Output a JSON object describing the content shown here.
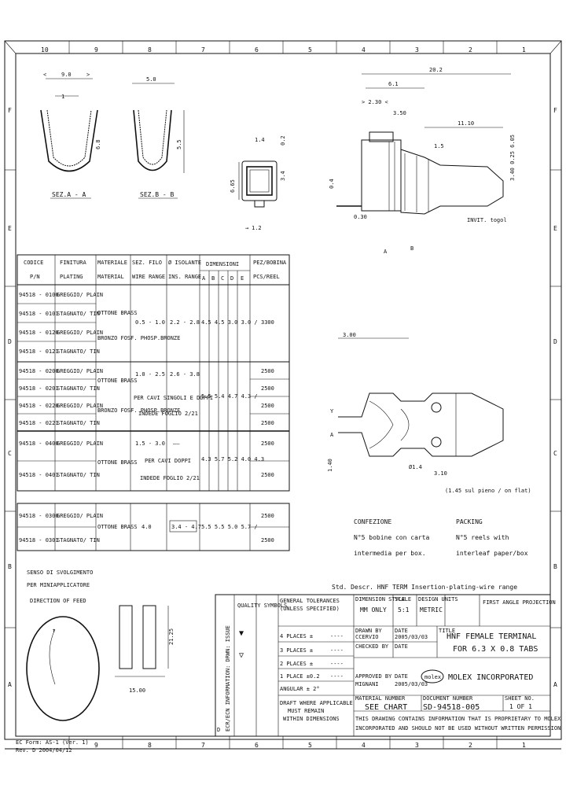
{
  "border": {
    "columns": [
      "10",
      "9",
      "8",
      "7",
      "6",
      "5",
      "4",
      "3",
      "2",
      "1"
    ],
    "rows": [
      "F",
      "E",
      "D",
      "C",
      "B",
      "A"
    ]
  },
  "sections": {
    "a": "SEZ.A - A",
    "b": "SEZ.B - B",
    "view_label": "INVIT. togol"
  },
  "dims": {
    "d1": "0.4",
    "d2": "0.30",
    "d3": "20.2",
    "d4": "6.1",
    "d5": "> 2.30 <",
    "d6": "3.50",
    "d7": "11.10",
    "d8": "1.5",
    "d9": "3.00",
    "d10": "3.10",
    "d11": "1.40",
    "d12": "1.2",
    "d13": "A",
    "d14": "B",
    "d15": "21.25",
    "d16": "15.00"
  },
  "table": {
    "headers": [
      "CODICE P/N",
      "FINITURA PLATING",
      "MATERIALE MATERIAL",
      "SEZ. FILO WIRE RANGE",
      "Ø ISOLANTE INS. RANGE",
      "A",
      "B",
      "C",
      "D",
      "E",
      "PEZ/BOBINA PCS/REEL"
    ],
    "dim_header": "DIMENSIONI",
    "rows": [
      {
        "pn": "94518 - 0100",
        "plating": "GREGGIO/ PLAIN"
      },
      {
        "pn": "94518 - 0101",
        "plating": "STAGNATO/ TIN"
      },
      {
        "pn": "94518 - 0120",
        "plating": "GREGGIO/ PLAIN"
      },
      {
        "pn": "94518 - 0121",
        "plating": "STAGNATO/ TIN"
      },
      {
        "pn": "94518 - 0200",
        "plating": "GREGGIO/ PLAIN"
      },
      {
        "pn": "94518 - 0201",
        "plating": "STAGNATO/ TIN"
      },
      {
        "pn": "94518 - 0220",
        "plating": "GREGGIO/ PLAIN"
      },
      {
        "pn": "94518 - 0221",
        "plating": "STAGNATO/ TIN"
      },
      {
        "pn": "94518 - 0400",
        "plating": "GREGGIO/ PLAIN"
      },
      {
        "pn": "94518 - 0401",
        "plating": "STAGNATO/ TIN"
      }
    ],
    "group1": {
      "mat1": "OTTONE BRASS",
      "mat2": "BRONZO FOSF. PHOSP.BRONZE",
      "wire": "0.5 - 1.0",
      "ins": "2.2 - 2.8",
      "dims": "4.5 4.5 3.0 3.0 /",
      "reel": "3300"
    },
    "group2": {
      "mat1": "OTTONE BRASS",
      "mat2": "BRONZO FOSF. PHOSP.BRONZE",
      "wire": "1.0 - 2.5",
      "ins": "2.6 - 3.8",
      "note1": "PER CAVI SINGOLI E DOPPI",
      "note2": "INDEDE FOGLIO 2/21",
      "dims": "5.5 5.4 4.7 4.3 /",
      "reel": "2500"
    },
    "group3": {
      "mat": "OTTONE BRASS",
      "wire": "1.5 - 3.0",
      "ins": "——",
      "note1": "PER CAVI DOPPI",
      "note2": "INDEDE FOGLIO 2/21",
      "dims": "4.3 5.7 5.2 4.0 4.3",
      "reel": "2500"
    },
    "group4": {
      "rows": [
        {
          "pn": "94518 - 0300",
          "plating": "GREGGIO/ PLAIN"
        },
        {
          "pn": "94518 - 0301",
          "plating": "STAGNATO/ TIN"
        }
      ],
      "mat": "OTTONE BRASS",
      "wire": "4.0",
      "ins": "3.4 - 4.7",
      "dims": "5.5 5.5 5.0 5.7 /",
      "reel": "2500"
    }
  },
  "packaging": {
    "it_title": "CONFEZIONE",
    "it_l1": "N°5 bobine con carta",
    "it_l2": "intermedia per box.",
    "en_title": "PACKING",
    "en_l1": "N°5 reels with",
    "en_l2": "interleaf paper/box"
  },
  "unwind": {
    "it": "SENSO DI SVOLGIMENTO",
    "it2": "PER MINIAPPLICATORE",
    "en": "DIRECTION OF FEED"
  },
  "title_block": {
    "std_desc": "Std. Descr. HNF TERM Insertion-plating-wire range",
    "general_tol": "GENERAL TOLERANCES",
    "unless": "(UNLESS SPECIFIED)",
    "quality": "QUALITY SYMBOLS",
    "dim_style": "DIMENSION STYLE",
    "mm_only": "MM ONLY",
    "scale_lbl": "SCALE",
    "scale": "5:1",
    "design_units_lbl": "DESIGN UNITS",
    "design_units": "METRIC",
    "angle_note": "FIRST ANGLE PROJECTION",
    "tol1": "4 PLACES ±",
    "tol2": "3 PLACES ±",
    "tol3": "2 PLACES ±",
    "tol4": "1 PLACE ±0.2",
    "tol_angular": "ANGULAR ± 2°",
    "tol_dash": "----",
    "drawn_by": "DRAWN BY",
    "drawn_val": "CCERVIO",
    "checked_by": "CHECKED BY",
    "date": "DATE",
    "approved_by": "APPROVED BY",
    "approved_val": "MIGNANI",
    "date_val": "2005/03/03",
    "title_lbl": "TITLE",
    "title1": "HNF FEMALE TERMINAL",
    "title2": "FOR 6.3 X 0.8 TABS",
    "company": "MOLEX INCORPORATED",
    "logo": "molex",
    "drafting": "DRAFT WHERE APPLICABLE",
    "drafting2": "MUST REMAIN",
    "drafting3": "WITHIN DIMENSIONS",
    "material_lbl": "MATERIAL NUMBER",
    "material_val": "SEE CHART",
    "doc_lbl": "DOCUMENT NUMBER",
    "doc_val": "SD-94518-005",
    "sheet_lbl": "SHEET NO.",
    "sheet_val": "1 OF 1",
    "rev_lbl": "D",
    "proprietary1": "THIS DRAWING CONTAINS INFORMATION THAT IS PROPRIETARY TO MOLEX",
    "proprietary2": "INCORPORATED AND SHOULD NOT BE USED WITHOUT WRITTEN PERMISSION",
    "vert_text": "ECR/ECN INFORMATION: DRWN: ISSUE"
  },
  "footer": {
    "l1": "EC Form: AS-1 (Ver. 1)",
    "l2": "Rev. D  2004/04/12"
  }
}
